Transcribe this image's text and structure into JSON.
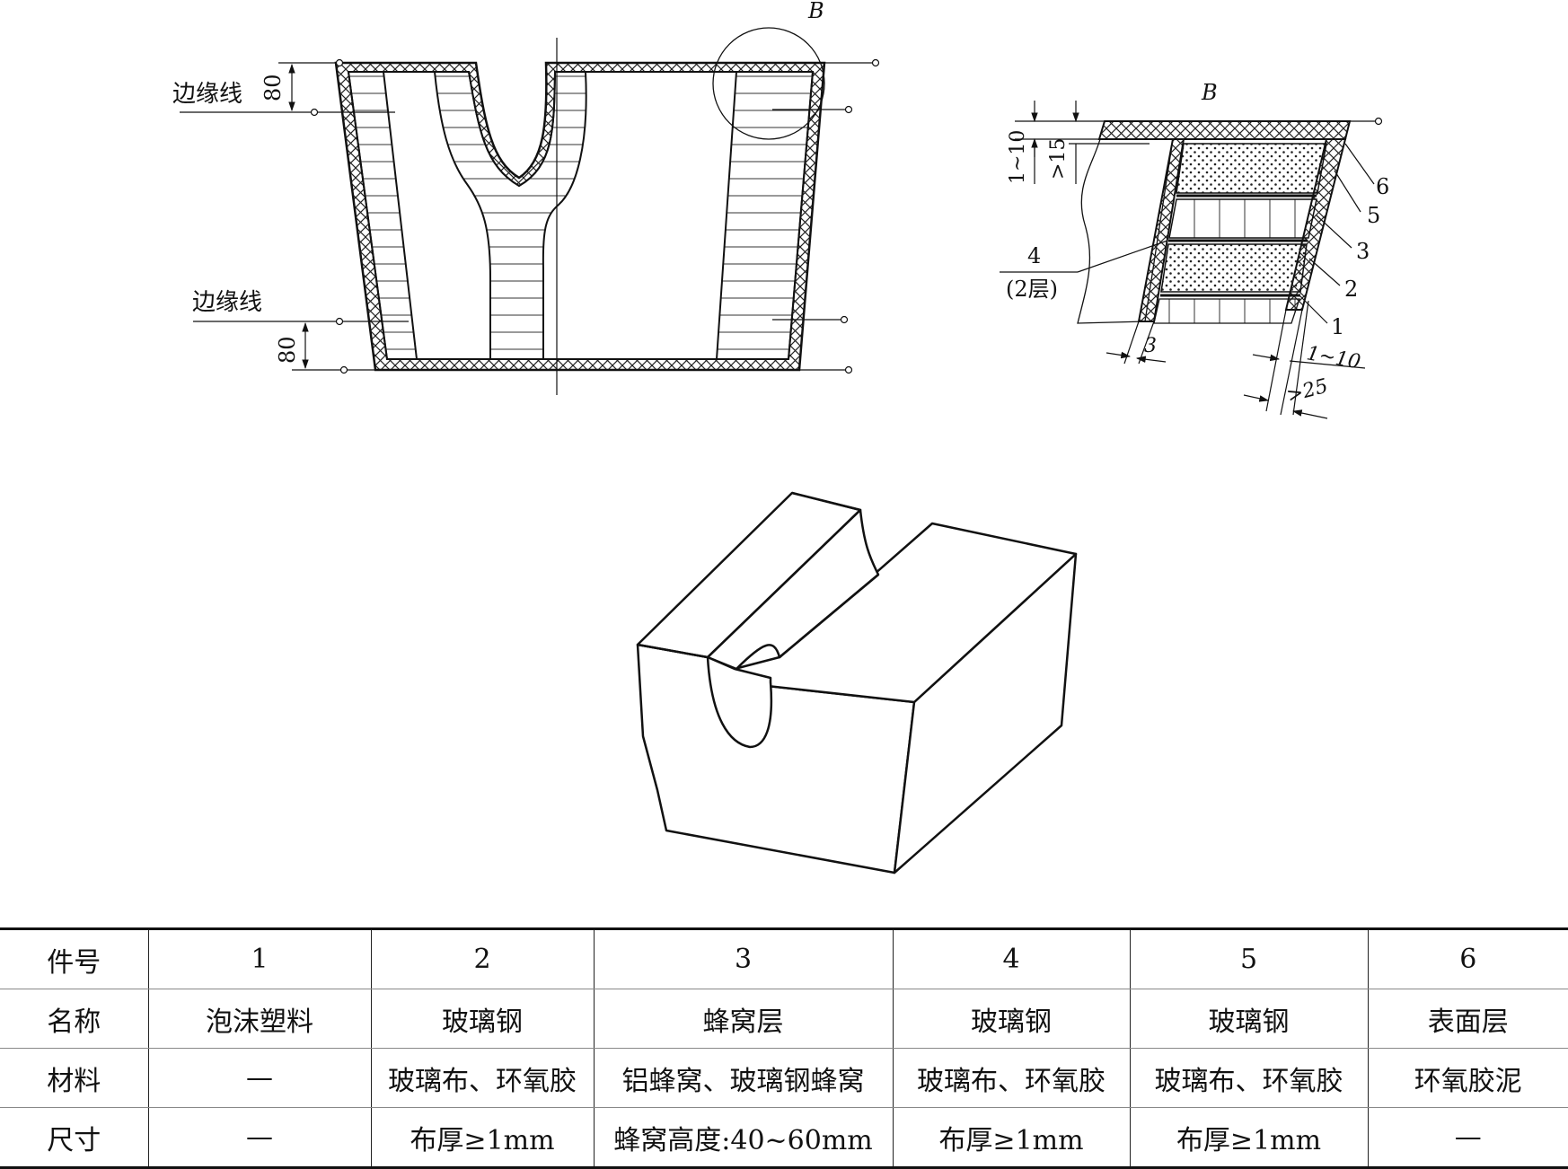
{
  "main_view": {
    "edge_label_top": "边缘线",
    "edge_label_bottom": "边缘线",
    "dim_top": "80",
    "dim_bottom": "80",
    "detail_marker": "B"
  },
  "detail_view": {
    "title": "B",
    "dim_1_10_left": "1~10",
    "dim_gt15": ">15",
    "dim_3": "3",
    "dim_1_10_right": "1~10",
    "dim_gt25": ">25",
    "callout_4": "4",
    "callout_4_note": "(2层)",
    "callouts": [
      "6",
      "5",
      "3",
      "2",
      "1"
    ]
  },
  "table": {
    "rows": [
      [
        "件号",
        "1",
        "2",
        "3",
        "4",
        "5",
        "6"
      ],
      [
        "名称",
        "泡沫塑料",
        "玻璃钢",
        "蜂窝层",
        "玻璃钢",
        "玻璃钢",
        "表面层"
      ],
      [
        "材料",
        "—",
        "玻璃布、环氧胶",
        "铝蜂窝、玻璃钢蜂窝",
        "玻璃布、环氧胶",
        "玻璃布、环氧胶",
        "环氧胶泥"
      ],
      [
        "尺寸",
        "—",
        "布厚≥1mm",
        "蜂窝高度:40~60mm",
        "布厚≥1mm",
        "布厚≥1mm",
        "—"
      ]
    ]
  }
}
